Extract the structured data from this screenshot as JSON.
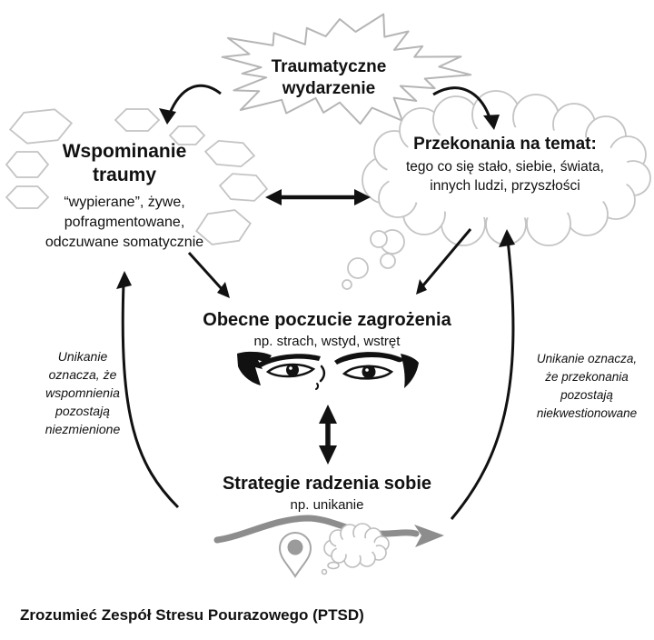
{
  "nodes": {
    "traumatic_event": {
      "lines": [
        "Traumatyczne",
        "wydarzenie"
      ]
    },
    "trauma_memories": {
      "title_lines": [
        "Wspominanie",
        "traumy"
      ],
      "desc_lines": [
        "“wypierane”, żywe,",
        "pofragmentowane,",
        "odczuwane somatycznie"
      ]
    },
    "beliefs": {
      "title": "Przekonania na temat:",
      "desc_lines": [
        "tego co się stało, siebie, świata,",
        "innych ludzi, przyszłości"
      ]
    },
    "current_threat": {
      "title": "Obecne poczucie zagrożenia",
      "desc": "np. strach, wstyd, wstręt"
    },
    "coping": {
      "title": "Strategie radzenia sobie",
      "desc": "np. unikanie"
    }
  },
  "annotations": {
    "left_avoidance_lines": [
      "Unikanie",
      "oznacza, że",
      "wspomnienia",
      "pozostają",
      "niezmienione"
    ],
    "right_avoidance_lines": [
      "Unikanie oznacza,",
      "że przekonania",
      "pozostają",
      "niekwestionowane"
    ]
  },
  "caption": "Zrozumieć Zespół Stresu Pourazowego (PTSD)",
  "icons": {
    "burst": "burst-shape",
    "fragments": "hexagon-fragments",
    "cloud": "thought-cloud",
    "eyes": "eyes-image",
    "pin": "location-pin-icon",
    "small_cloud": "small-cloud-icon",
    "wavy_arrow": "wavy-avoidance-arrow"
  },
  "colors": {
    "text": "#111111",
    "outline_gray": "#c4c4c4",
    "burst_gray": "#b5b5b5",
    "soft_gray": "#8d8d8d",
    "background": "#ffffff"
  }
}
